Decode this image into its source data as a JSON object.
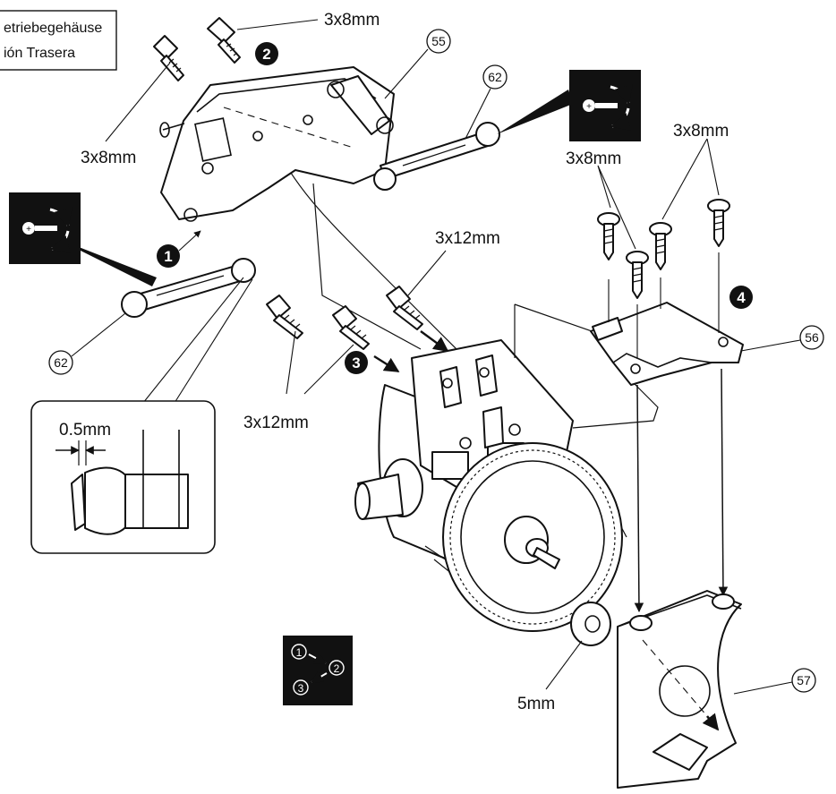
{
  "caption": {
    "line1": "etriebegehäuse",
    "line2": "ión Trasera"
  },
  "screw_labels": {
    "top_center": "3x8mm",
    "top_left": "3x8mm",
    "right_a": "3x8mm",
    "right_b": "3x8mm",
    "middle": "3x12mm",
    "lower_left": "3x12mm"
  },
  "measure": {
    "gap": "0.5mm",
    "washer": "5mm"
  },
  "steps": {
    "s1": "1",
    "s2": "2",
    "s3": "3",
    "s4": "4"
  },
  "part_numbers": {
    "p55": "55",
    "p56": "56",
    "p57": "57",
    "p62_top": "62",
    "p62_left": "62"
  },
  "order_badge": {
    "a": "1",
    "b": "2",
    "c": "3"
  },
  "icons": [
    "adjust-rod-icon",
    "step-order-icon",
    "screw-icon"
  ]
}
